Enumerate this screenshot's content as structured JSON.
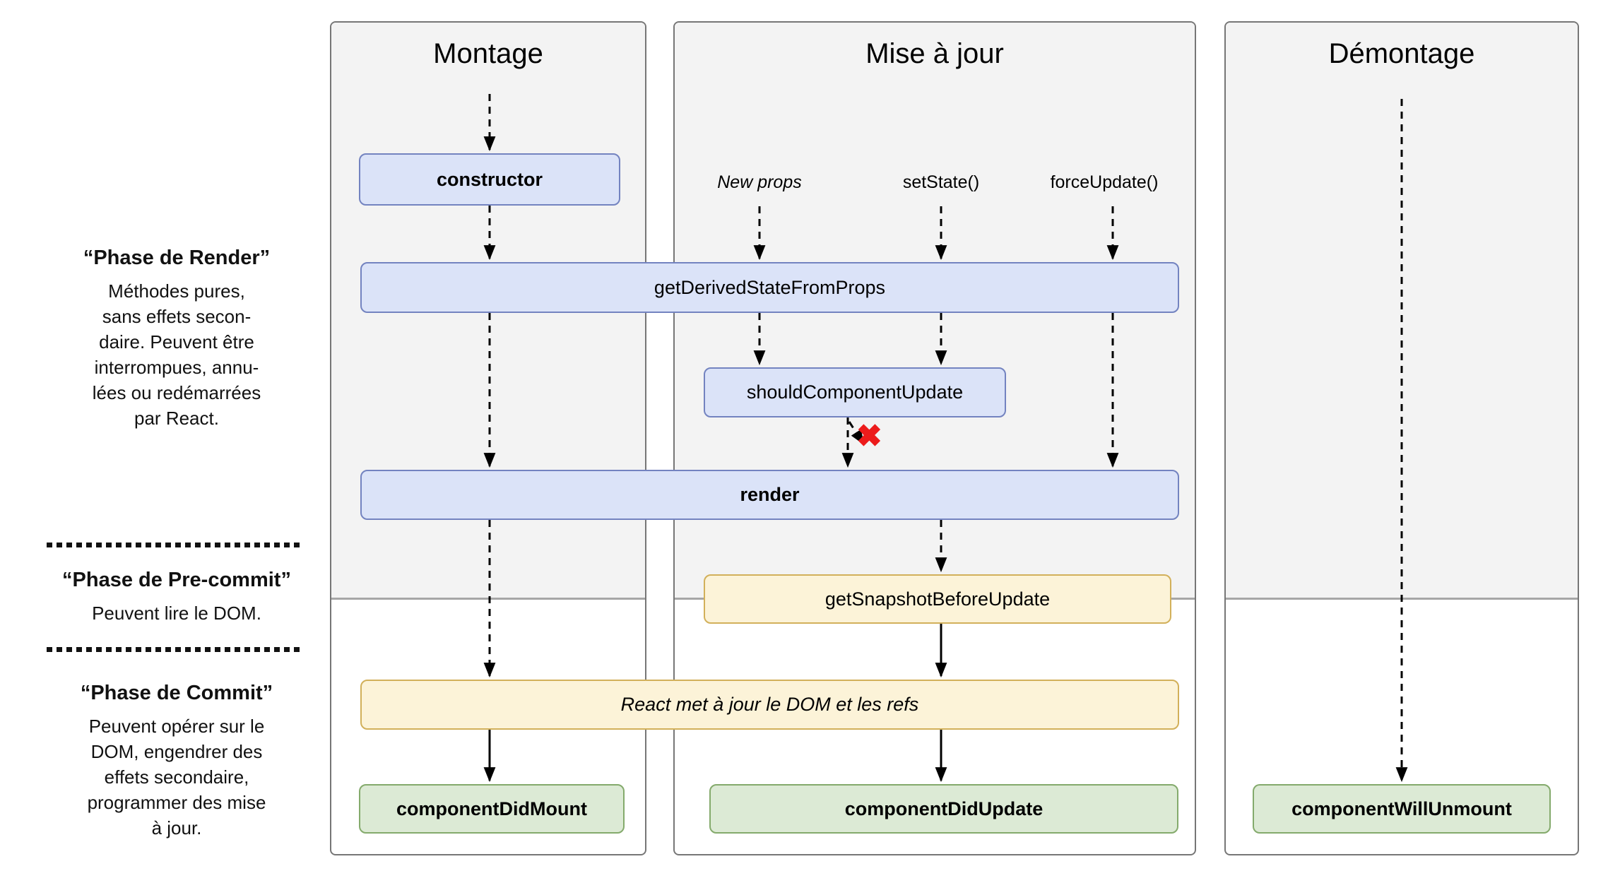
{
  "sidebar": {
    "phases": [
      {
        "title": "“Phase de Render”",
        "body": "Méthodes pures,\nsans effets secon-\ndaire. Peuvent être\ninterrompues, annu-\nlées ou redémarrées\npar React."
      },
      {
        "title": "“Phase de Pre-commit”",
        "body": "Peuvent lire le DOM."
      },
      {
        "title": "“Phase de Commit”",
        "body": "Peuvent opérer sur le\nDOM, engendrer des\neffets secondaire,\nprogrammer des mise\nà jour."
      }
    ]
  },
  "columns": [
    {
      "title": "Montage"
    },
    {
      "title": "Mise à jour",
      "triggers": [
        {
          "label": "New props"
        },
        {
          "label": "setState()"
        },
        {
          "label": "forceUpdate()"
        }
      ]
    },
    {
      "title": "Démontage"
    }
  ],
  "boxes": {
    "constructor": {
      "label": "constructor"
    },
    "get_derived_state_from_props": {
      "label": "getDerivedStateFromProps"
    },
    "should_component_update": {
      "label": "shouldComponentUpdate"
    },
    "render": {
      "label": "render"
    },
    "get_snapshot_before_update": {
      "label": "getSnapshotBeforeUpdate"
    },
    "react_updates_dom": {
      "label": "React met à jour le DOM et les refs"
    },
    "component_did_mount": {
      "label": "componentDidMount"
    },
    "component_did_update": {
      "label": "componentDidUpdate"
    },
    "component_will_unmount": {
      "label": "componentWillUnmount"
    }
  },
  "icons": {
    "render_blocked": "✖"
  },
  "colors": {
    "phase_bg": "#f3f3f3",
    "column_border": "#767676",
    "blue_fill": "#dbe3f8",
    "blue_border": "#7383c0",
    "yellow_fill": "#fcf3d8",
    "yellow_border": "#d2b05a",
    "green_fill": "#dcead5",
    "green_border": "#84aa6c",
    "cancel_red": "#ec1b1b"
  }
}
